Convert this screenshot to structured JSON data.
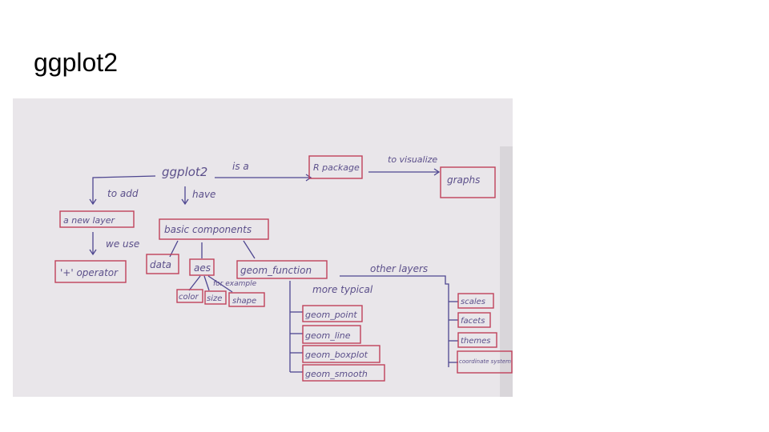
{
  "slide": {
    "title": "ggplot2"
  },
  "diagram": {
    "root": "ggplot2",
    "edge_is_a": "is a",
    "r_package": "R package",
    "edge_to_visualize": "to visualize",
    "graphs": "graphs",
    "edge_to_add": "to add",
    "new_layer": "a new layer",
    "edge_we_use": "we use",
    "plus_operator": "'+' operator",
    "edge_have": "have",
    "basic_components": "basic components",
    "data": "data",
    "aes": "aes",
    "geom_function": "geom_function",
    "edge_for_example": "for example",
    "aes_items": [
      "color",
      "size",
      "shape"
    ],
    "edge_more_typical": "more typical",
    "geoms": [
      "geom_point",
      "geom_line",
      "geom_boxplot",
      "geom_smooth"
    ],
    "edge_other_layers": "other layers",
    "other_layers": [
      "scales",
      "facets",
      "themes",
      "coordinate system"
    ]
  }
}
